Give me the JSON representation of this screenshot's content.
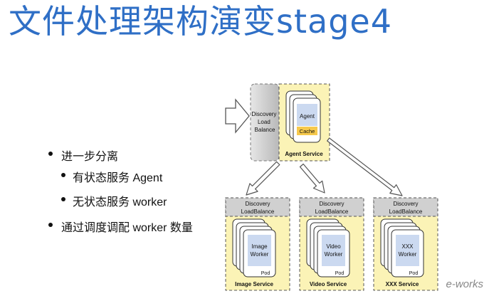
{
  "title": "文件处理架构演变stage4",
  "bullets": [
    "进一步分离",
    "有状态服务 Agent",
    "无状态服务 worker",
    "通过调度调配 worker 数量"
  ],
  "diagram": {
    "top_lb": [
      "Discovery",
      "Load",
      "Balance"
    ],
    "agent": "Agent",
    "cache": "Cache",
    "agent_service": "Agent Service",
    "lb_line1": "Discovery",
    "lb_line2": "LoadBalance",
    "pod": "Pod",
    "image_worker": [
      "Image",
      "Worker"
    ],
    "image_service": "Image Service",
    "video_worker": [
      "Video",
      "Worker"
    ],
    "video_service": "Video Service",
    "xxx_worker": [
      "XXX",
      "Worker"
    ],
    "xxx_service": "XXX Service"
  },
  "logo": "e-works",
  "colors": {
    "title": "#2f6fc6",
    "yellow": "#fbf3b6",
    "grey": "#c9c9c9",
    "blue": "#cbd9f0",
    "cache": "#f6c94c"
  }
}
